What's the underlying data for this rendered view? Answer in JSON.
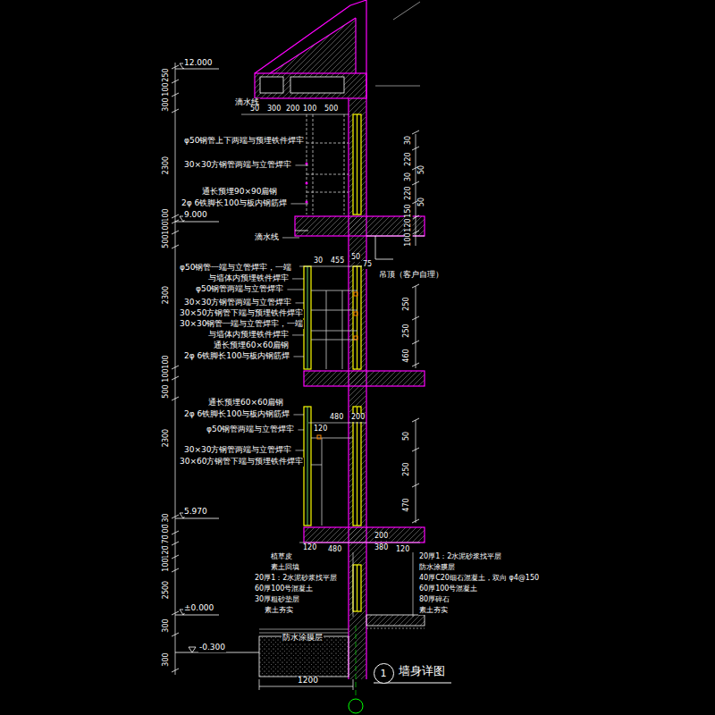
{
  "diagram": {
    "title": "墙身详图",
    "nodes": [
      {
        "text": [
          "1"
        ]
      }
    ],
    "labels": [
      "12.000",
      "250",
      "100",
      "300",
      "滴水线",
      "50",
      "300",
      "200",
      "100",
      "500",
      "φ50钢管上下两端与预埋铁件焊牢",
      "2300",
      "30×30方钢管两端与立管焊牢",
      "通长预埋90×90扁钢",
      "2φ 6铁脚长100与板内钢筋焊",
      "9.000",
      "100",
      "100",
      "500",
      "滴水线",
      "φ50钢管一端与立管焊牢，一端",
      "与墙体内预埋铁件焊牢",
      "φ50钢管两端与立管焊牢",
      "2300",
      "30×30方钢管两端与立管焊牢",
      "30×50方钢管下端与预埋铁件焊牢",
      "30×30钢管一端与立管焊牢，一端",
      "与墙体内预埋铁件焊牢",
      "通长预埋60×60扁钢",
      "2φ 6铁脚长100与板内钢筋焊",
      "100",
      "100",
      "500",
      "通长预埋60×60扁钢",
      "2φ 6铁脚长100与板内钢筋焊",
      "φ50钢管两端与立管焊牢",
      "2300",
      "30×30方钢管两端与立管焊牢",
      "30×60方钢管下端与预埋铁件焊牢",
      "5.970",
      "130",
      "100",
      "170",
      "120",
      "100",
      "2500",
      "±0.000",
      "300",
      "-0.300",
      "300",
      "30",
      "220",
      "50",
      "30",
      "220",
      "50",
      "150",
      "120",
      "100",
      "30",
      "455",
      "50",
      "75",
      "吊顶（客户自理）",
      "250",
      "250",
      "460",
      "480",
      "200",
      "120",
      "50",
      "250",
      "470",
      "200",
      "120",
      "480",
      "380",
      "120",
      "植草皮",
      "素土回填",
      "20厚1：2水泥砂浆找平层",
      "60厚100号混凝土",
      "30厚粗砂垫层",
      "素土夯实",
      "防水涂膜层",
      "20厚1：2水泥砂浆找平层",
      "防水涂膜层",
      "40厚C20细石混凝土，双向 φ4@150",
      "60厚100号混凝土",
      "80厚碎石",
      "素土夯实",
      "1200"
    ]
  }
}
